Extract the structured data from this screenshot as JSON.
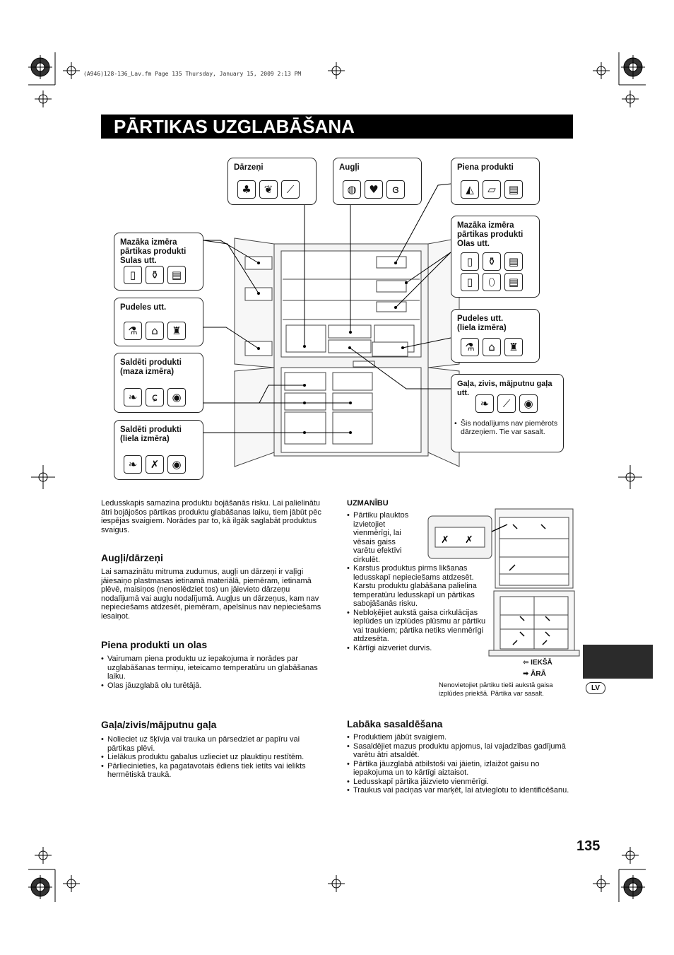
{
  "header_line": "(A946)128-136_Lav.fm  Page 135  Thursday, January 15, 2009  2:13 PM",
  "title": "PĀRTIKAS UZGLABĀŠANA",
  "boxes": {
    "darzeni": "Dārzeņi",
    "augli": "Augļi",
    "piena": "Piena produkti",
    "maza_left": "Mazāka izmēra\npārtikas produkti\nSulas utt.",
    "maza_right": "Mazāka izmēra\npārtikas produkti\nOlas utt.",
    "pudeles_left": "Pudeles utt.",
    "pudeles_right": "Pudeles utt.\n(liela izmēra)",
    "saldeti_maza": "Saldēti produkti\n(maza izmēra)",
    "saldeti_liela": "Saldēti produkti\n(liela izmēra)",
    "gala": "Gaļa, zivis, mājputnu gaļa\nutt.",
    "gala_note": "Šis nodalījums nav piemērots dārzeņiem. Tie var sasalt."
  },
  "icons": {
    "darzeni": [
      "broccoli-icon",
      "pepper-icon",
      "carrot-icon"
    ],
    "augli": [
      "orange-icon",
      "strawberry-icon",
      "cherry-icon"
    ],
    "piena": [
      "cheese-icon",
      "butter-icon",
      "cream-icon"
    ],
    "maza_left": [
      "can-icon",
      "jar-icon",
      "juice-icon"
    ],
    "maza_right_top": [
      "can-icon",
      "jar-icon",
      "juice-icon"
    ],
    "maza_right_bottom": [
      "can-icon",
      "egg-icon",
      "juice-icon"
    ],
    "pudeles_left": [
      "bottle-icon",
      "carton-icon",
      "wine-bottle-icon"
    ],
    "pudeles_right": [
      "bottle-icon",
      "carton-icon",
      "wine-bottle-icon"
    ],
    "saldeti_maza": [
      "chicken-icon",
      "shrimp-icon",
      "fish-icon"
    ],
    "saldeti_liela": [
      "chicken-icon",
      "lobster-icon",
      "fish-icon"
    ],
    "gala": [
      "chicken-icon",
      "meat-icon",
      "fish-icon"
    ]
  },
  "intro": "Ledusskapis samazina produktu bojāšanās risku. Lai palielinātu ātri bojājošos pārtikas produktu glabāšanas laiku, tiem jābūt pēc iespējas svaigiem. Norādes par to, kā ilgāk saglabāt produktus svaigus.",
  "sections": {
    "augli_title": "Augļi/dārzeņi",
    "augli_text": "Lai samazinātu mitruma zudumus, augļi un dārzeņi ir vaļīgi jāiesaiņo plastmasas ietinamā materiālā, piemēram, ietinamā plēvē, maisiņos (nenoslēdziet tos) un jāievieto dārzeņu nodalījumā vai augļu nodalījumā. Augļus un dārzeņus, kam nav nepieciešams atdzesēt, piemēram, apelsīnus nav nepieciešams iesaiņot.",
    "piena_title": "Piena produkti un olas",
    "piena_items": [
      "Vairumam piena produktu uz iepakojuma ir norādes par uzglabāšanas termiņu, ieteicamo temperatūru un glabāšanas laiku.",
      "Olas jāuzglabā olu turētājā."
    ],
    "gala_title": "Gaļa/zivis/mājputnu gaļa",
    "gala_items": [
      "Nolieciet uz šķīvja vai trauka un pārsedziet ar papīru vai pārtikas plēvi.",
      "Lielākus produktu gabalus uzlieciet uz plauktiņu restītēm.",
      "Pārliecinieties, ka pagatavotais ēdiens tiek ietīts vai ielikts hermētiskā traukā."
    ],
    "uzmanibu_title": "UZMANĪBU",
    "uzmanibu_items": [
      "Pārtiku plauktos izvietojiet vienmērīgi, lai vēsais gaiss varētu efektīvi cirkulēt.",
      "Karstus produktus pirms likšanas ledusskapī nepieciešams atdzesēt. Karstu produktu glabāšana palielina temperatūru ledusskapī un pārtikas sabojāšanās risku.",
      "Nebloķējiet aukstā gaisa cirkulācijas ieplūdes un izplūdes plūsmu ar pārtiku vai traukiem; pārtika netiks vienmērīgi atdzesēta.",
      "Kārtīgi aizveriet durvis."
    ],
    "legend_in": "IEKŠĀ",
    "legend_out": "ĀRĀ",
    "caption": "Nenovietojiet pārtiku tieši aukstā gaisa izplūdes priekšā. Pārtika var sasalt.",
    "labaka_title": "Labāka sasaldēšana",
    "labaka_items": [
      "Produktiem jābūt svaigiem.",
      "Sasaldējiet mazus produktu apjomus, lai vajadzības gadījumā varētu ātri atsaldēt.",
      "Pārtika jāuzglabā atbilstoši vai jāietin, izlaižot gaisu no iepakojuma un to kārtīgi aiztaisot.",
      "Ledusskapī pārtika jāizvieto vienmērīgi.",
      "Traukus vai paciņas var marķēt, lai atvieglotu to identificēšanu."
    ]
  },
  "lang_tab": "LV",
  "page_number": "135"
}
